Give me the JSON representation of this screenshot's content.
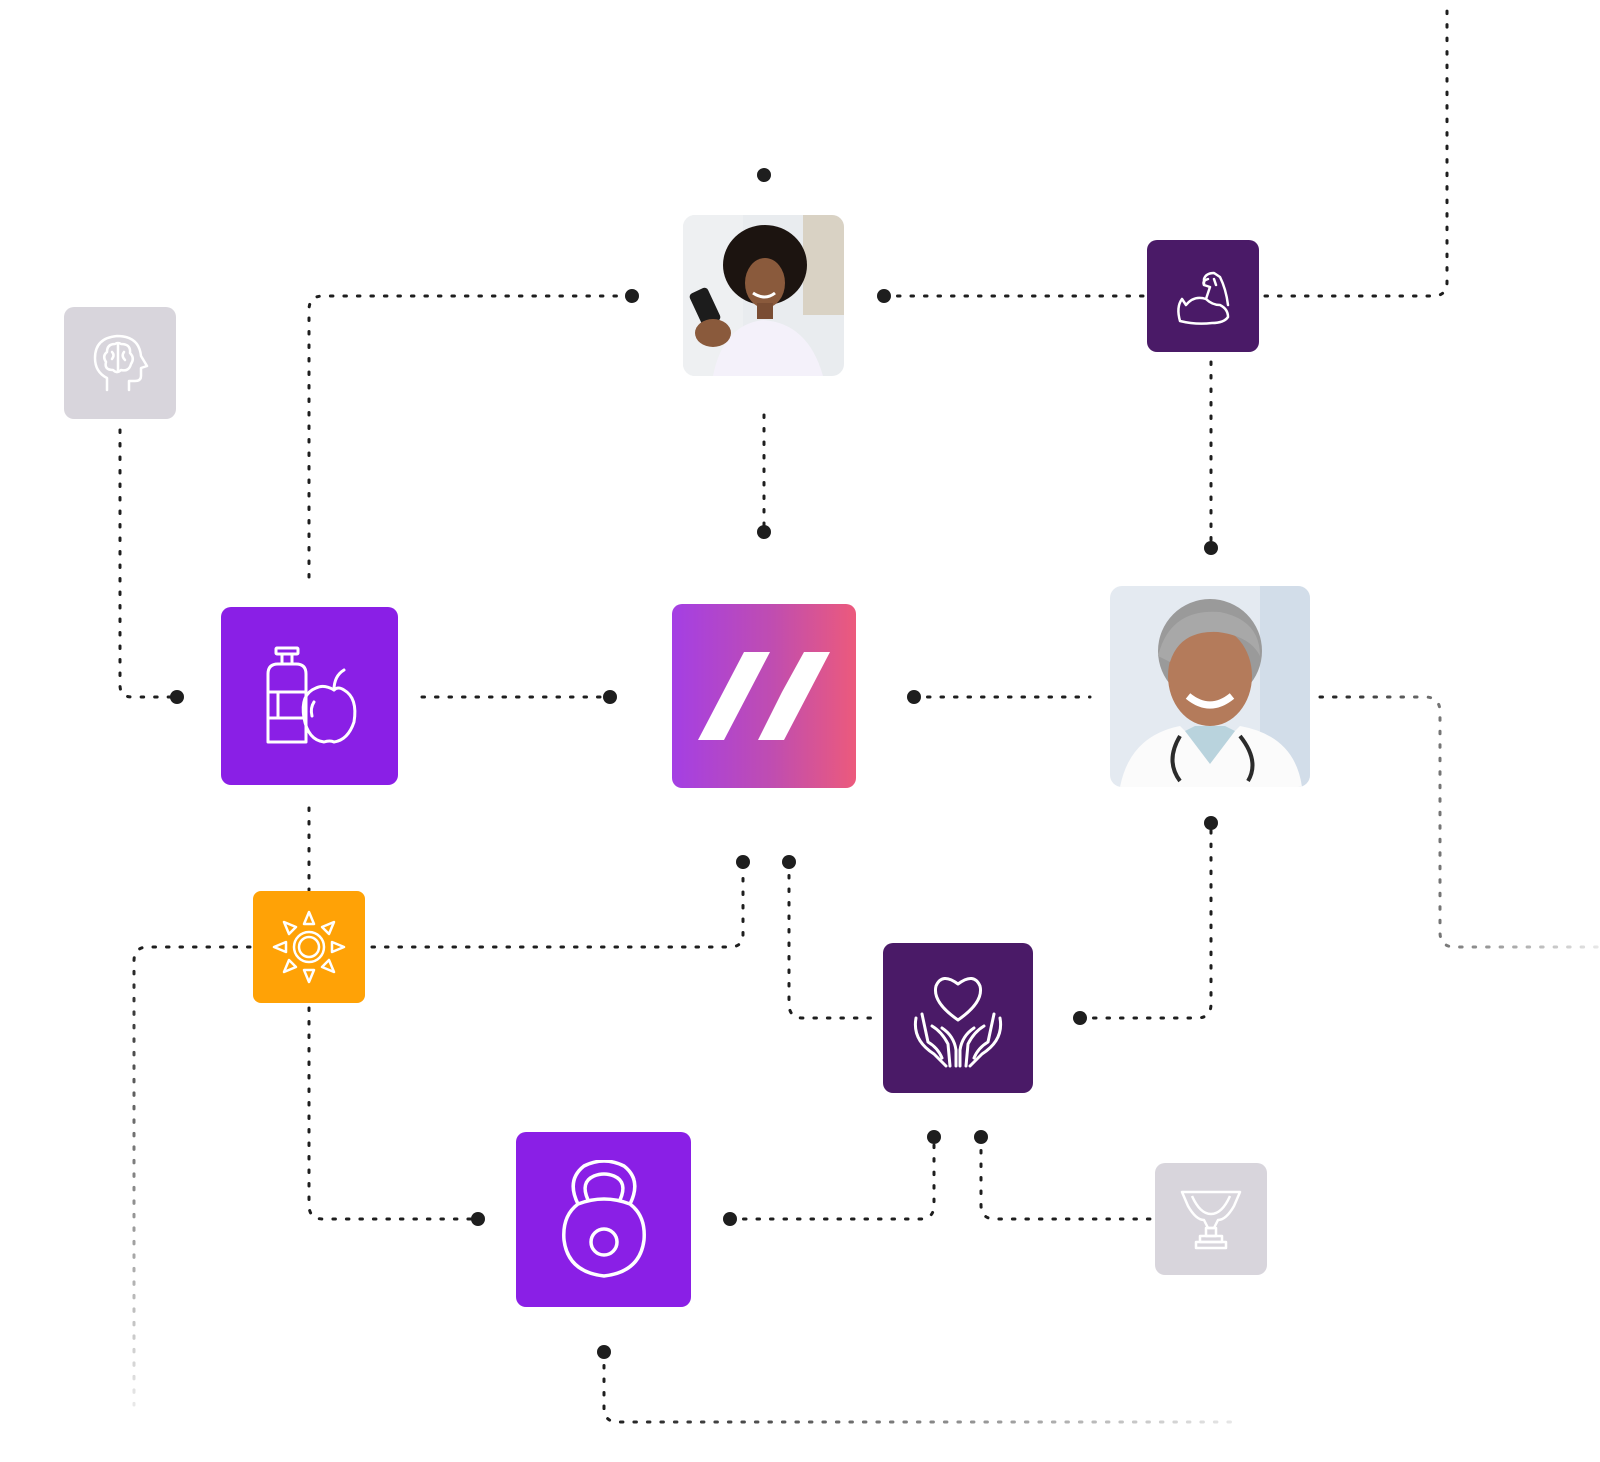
{
  "diagram": {
    "nodes": [
      {
        "id": "brain",
        "icon": "brain-head-icon",
        "color": "#d8d5dc"
      },
      {
        "id": "phone-user",
        "icon": "person-with-phone-photo"
      },
      {
        "id": "muscle",
        "icon": "flexed-bicep-icon",
        "color": "#4a1a67"
      },
      {
        "id": "nutrition",
        "icon": "bottle-and-apple-icon",
        "color": "#8a1fe6"
      },
      {
        "id": "hub",
        "icon": "brand-logo-icon",
        "color_start": "#a43fe4",
        "color_end": "#ec5a7c"
      },
      {
        "id": "doctor",
        "icon": "doctor-photo"
      },
      {
        "id": "sun",
        "icon": "sun-icon",
        "color": "#ffa206"
      },
      {
        "id": "care",
        "icon": "heart-in-hands-icon",
        "color": "#4a1a67"
      },
      {
        "id": "fitness",
        "icon": "kettlebell-icon",
        "color": "#8a1fe6"
      },
      {
        "id": "trophy",
        "icon": "trophy-icon",
        "color": "#d8d5dc"
      }
    ],
    "connector_color": "#1e1e1e",
    "faded_connector_color": "#c8c8c8"
  }
}
